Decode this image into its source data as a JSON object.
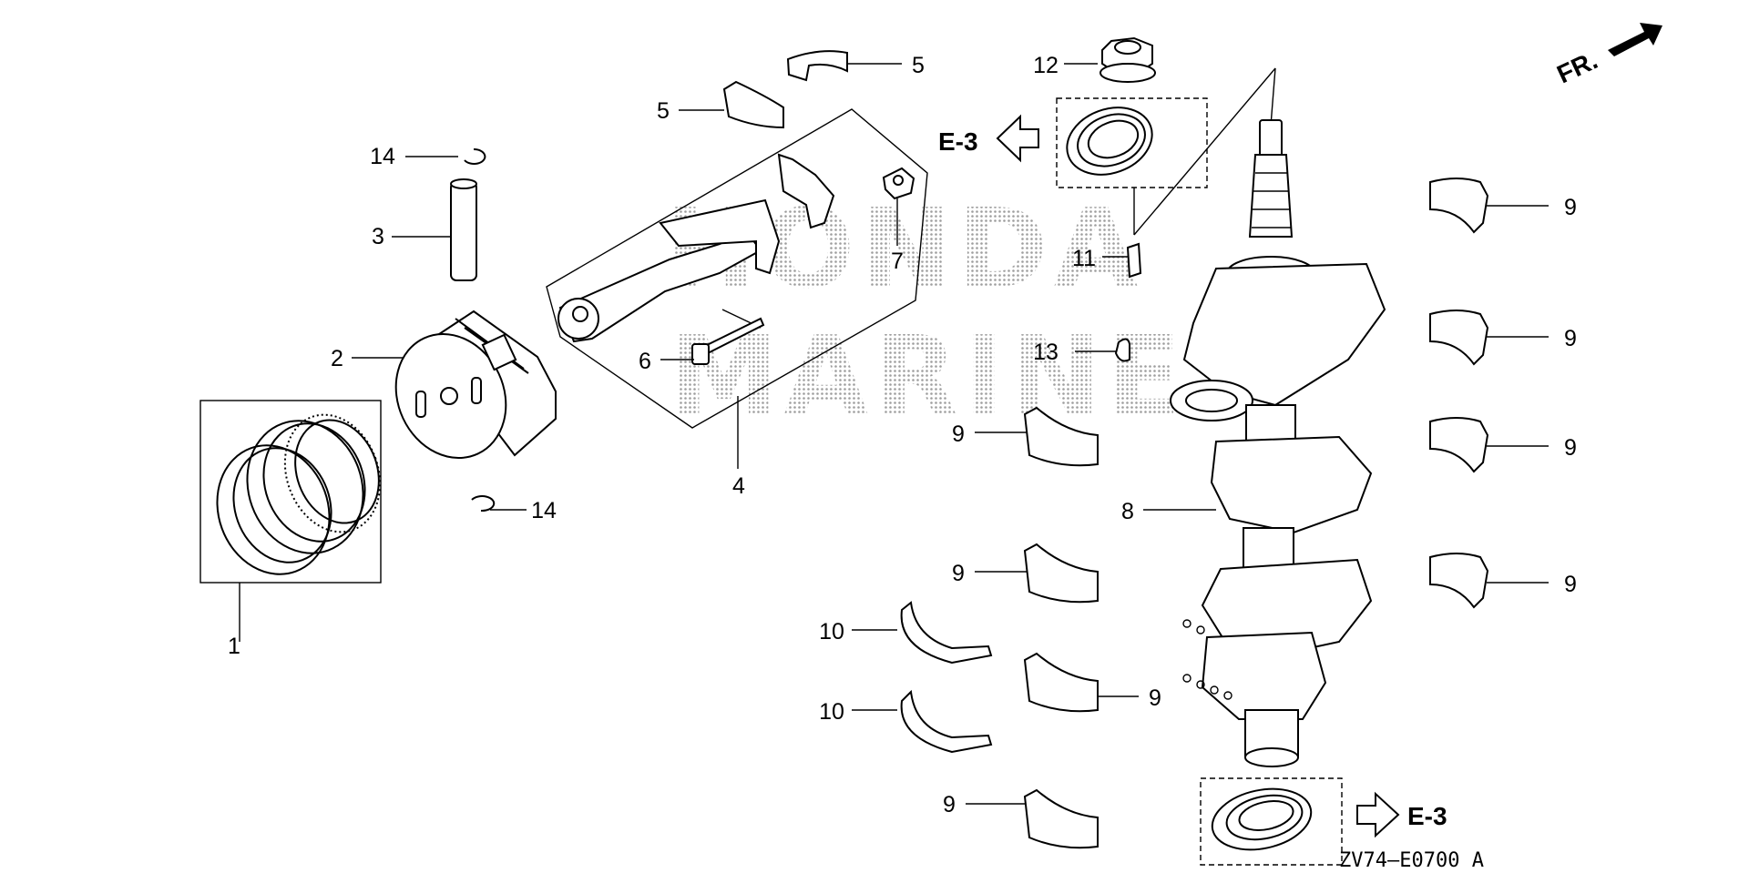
{
  "diagram": {
    "callouts": {
      "c1": "1",
      "c2": "2",
      "c3": "3",
      "c4": "4",
      "c5a": "5",
      "c5b": "5",
      "c6": "6",
      "c7": "7",
      "c8": "8",
      "c9a": "9",
      "c9b": "9",
      "c9c": "9",
      "c9d": "9",
      "c9e": "9",
      "c9f": "9",
      "c9g": "9",
      "c9h": "9",
      "c10a": "10",
      "c10b": "10",
      "c11": "11",
      "c12": "12",
      "c13": "13",
      "c14a": "14",
      "c14b": "14"
    },
    "references": {
      "top": "E-3",
      "bottom": "E-3"
    },
    "direction_label": "FR.",
    "diagram_code": "ZV74—E0700 A",
    "watermark": {
      "line1": "HONDA",
      "line2": "MARINE"
    },
    "colors": {
      "line": "#000000",
      "background": "#ffffff",
      "watermark_dots": "#8c8c8c"
    },
    "icons": [
      "direction-arrow-icon",
      "reference-arrow-icon"
    ]
  }
}
